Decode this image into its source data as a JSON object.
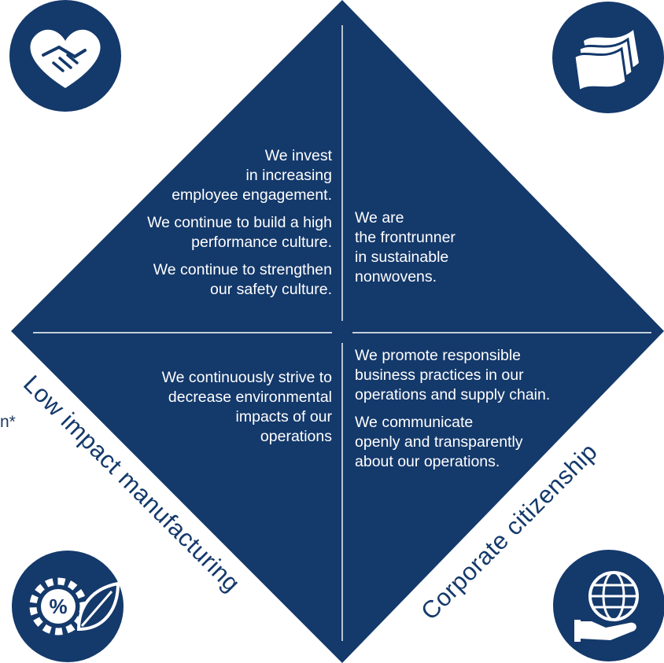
{
  "colors": {
    "navy": "#14396b",
    "white": "#ffffff",
    "divider": "#ffffff"
  },
  "pillars": {
    "people_and_safety": {
      "title": "People and safety",
      "statements": [
        "We invest\nin increasing\nemployee engagement.",
        "We continue to build a high\nperformance culture.",
        "We continue to strengthen\nour safety culture."
      ],
      "icon": "handshake-heart-icon"
    },
    "sustainable_nonwovens": {
      "title": "Sustainable nonwovens",
      "statements": [
        "We are\nthe frontrunner\nin sustainable\nnonwovens."
      ],
      "icon": "nonwoven-sheets-icon"
    },
    "low_impact_manufacturing": {
      "title": "Low impact manufacturing",
      "statements": [
        "We continuously strive to\ndecrease environmental\nimpacts of our\noperations"
      ],
      "icon": "gear-percent-leaf-icon"
    },
    "corporate_citizenship": {
      "title": "Corporate citizenship",
      "statements": [
        "We promote responsible\nbusiness practices in our\noperations and supply chain.",
        "We communicate\nopenly and transparently\nabout our operations."
      ],
      "icon": "globe-hand-icon"
    }
  },
  "stray_text": "n*"
}
